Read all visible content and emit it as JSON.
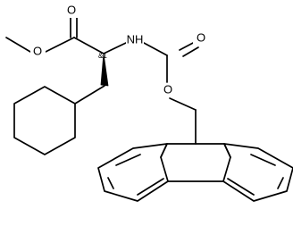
{
  "atoms": {
    "ester_oxygen_carbonyl": "O",
    "ester_oxygen_single": "O",
    "amine_nitrogen": "NH",
    "carbamate_oxygen_carbonyl": "O",
    "carbamate_oxygen_single": "O"
  },
  "stereo_marker": "&1"
}
